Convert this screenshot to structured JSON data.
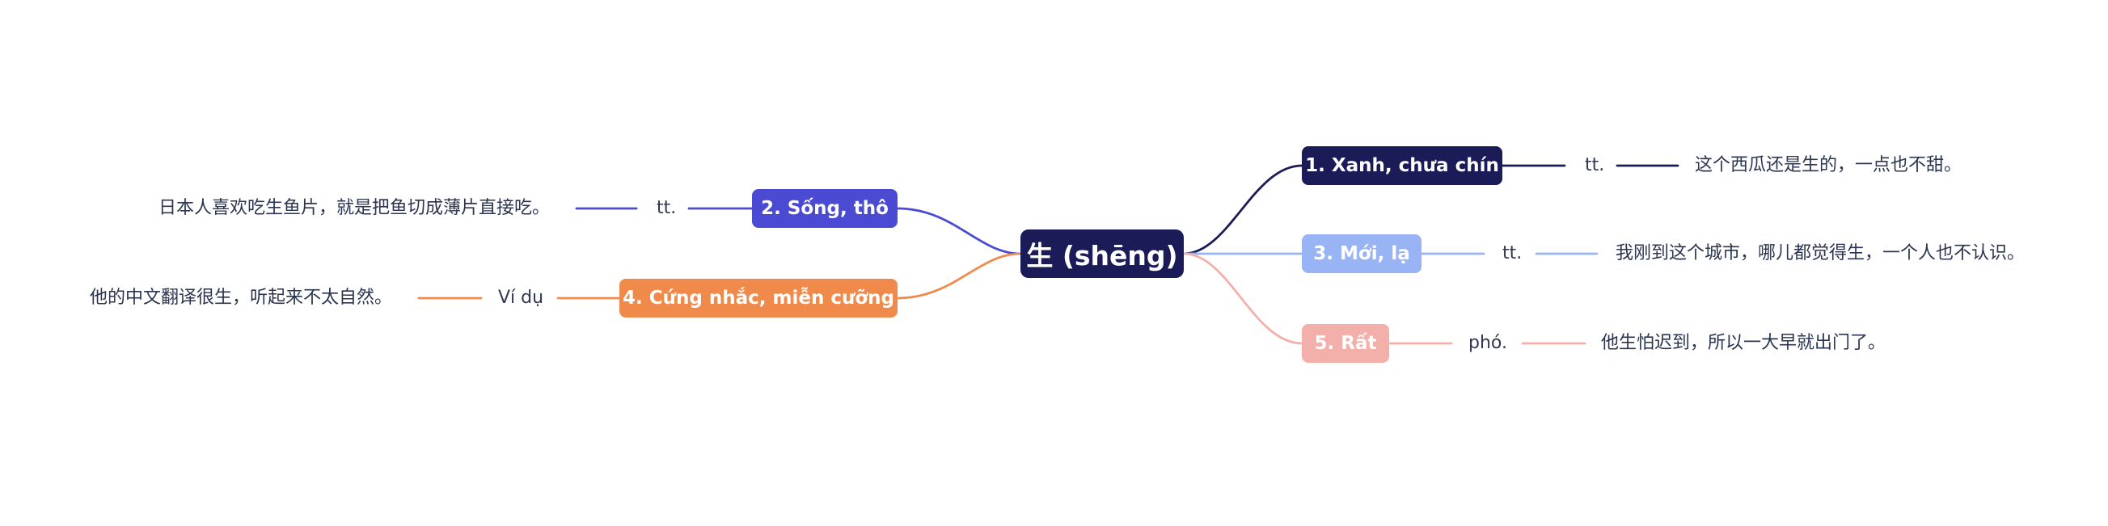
{
  "center": {
    "label": "生 (shēng)",
    "color": "#1b1b57"
  },
  "branches": [
    {
      "label": "1. Xanh, chưa chín",
      "tag": "tt.",
      "example": "这个西瓜还是生的，一点也不甜。",
      "color": "#1b1b57"
    },
    {
      "label": "2. Sống, thô",
      "tag": "tt.",
      "example": "日本人喜欢吃生鱼片，就是把鱼切成薄片直接吃。",
      "color": "#4a4bd2"
    },
    {
      "label": "3. Mới, lạ",
      "tag": "tt.",
      "example": "我刚到这个城市，哪儿都觉得生，一个人也不认识。",
      "color": "#98b4f5"
    },
    {
      "label": "4. Cứng nhắc, miễn cưỡng",
      "tag": "Ví dụ",
      "example": "他的中文翻译很生，听起来不太自然。",
      "color": "#f08a4b"
    },
    {
      "label": "5. Rất",
      "tag": "phó.",
      "example": "他生怕迟到，所以一大早就出门了。",
      "color": "#f3b0aa"
    }
  ]
}
